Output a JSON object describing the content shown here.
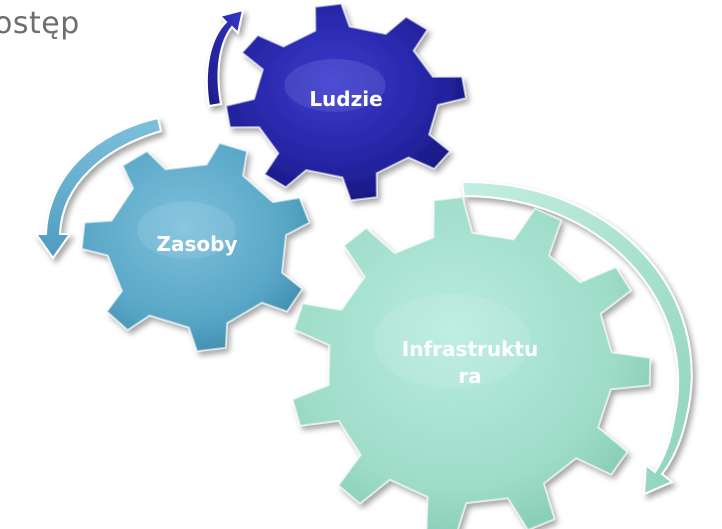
{
  "heading": {
    "text": "ostęp"
  },
  "gears": [
    {
      "id": "ludzie",
      "label": "Ludzie",
      "color": "#22229e"
    },
    {
      "id": "zasoby",
      "label": "Zasoby",
      "color": "#58a6c6"
    },
    {
      "id": "infrastruktura",
      "label_line1": "Infrastruktu",
      "label_line2": "ra",
      "color": "#9cdcc6"
    }
  ],
  "arrow_colors": {
    "ludzie_arrow": "#22229e",
    "zasoby_arrow": "#58a6c6",
    "infrastruktura_arrow": "#a8e0cc"
  }
}
